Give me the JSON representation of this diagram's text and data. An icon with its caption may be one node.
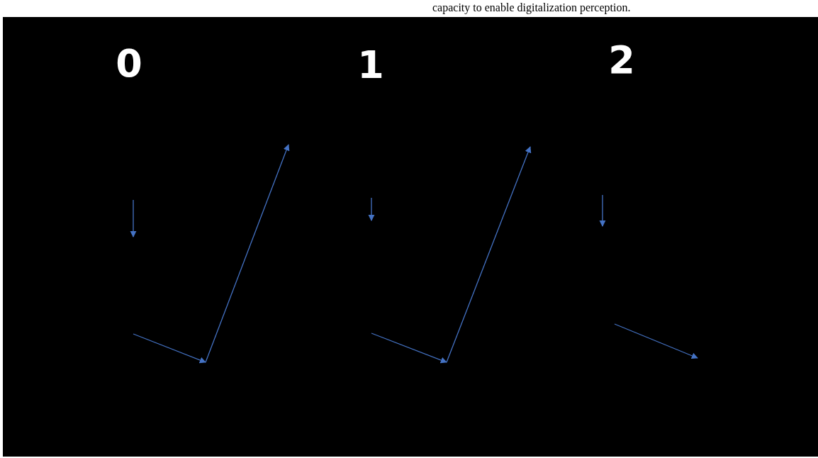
{
  "diagram": {
    "labels": [
      "capacity to enable digitalization perception.",
      "0",
      "1",
      "2"
    ]
  }
}
